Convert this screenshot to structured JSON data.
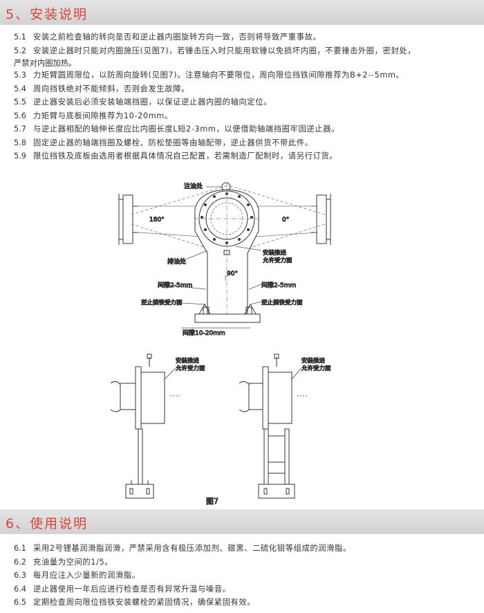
{
  "section5": {
    "title": "5、安装说明",
    "items": [
      {
        "num": "5.1",
        "text": "安装之前检查轴的转向是否和逆止器内圈旋转方向一致，否则将导致严重事故。"
      },
      {
        "num": "5.2",
        "text": "安装逆止器时只能对内圈施压(见图7)，若锤击压入时只能用软锤以免损坏内圈，不要锤击外圈，密封处，",
        "text2": "严禁对内圈加热。"
      },
      {
        "num": "5.3",
        "text": "力矩臂圆周限位，以防周向旋转(见图7)。注意轴向不要限位，周向限位挡铁间隙推荐为B+2--5mm。"
      },
      {
        "num": "5.4",
        "text": "周向挡铁绝对不能倾斜，否则会发生故障。"
      },
      {
        "num": "5.5",
        "text": "逆止器安装后必须安装轴端挡圈，以保证逆止器内圈的轴向定位。"
      },
      {
        "num": "5.6",
        "text": "力矩臂与底板间隙推荐为10-20mm。"
      },
      {
        "num": "5.7",
        "text": "与逆止器相配的轴伸长度应比内圈长度L短2-3mm，以便借助轴端挡圈牢固逆止器。"
      },
      {
        "num": "5.8",
        "text": "固定逆止器的轴端挡圈及螺栓、防松垫圈等由轴配带，逆止器供货不带此件。"
      },
      {
        "num": "5.9",
        "text": "限位挡铁及底板由选用者根据具体情况自己配置，若需制造厂配制时，请另行订货。"
      }
    ]
  },
  "figure": {
    "oil_in": "注油处",
    "oil_out": "排油处",
    "angle_180": "180°",
    "angle_0": "0°",
    "angle_90": "90°",
    "push_face": "安装推进",
    "push_face2": "允许受力面",
    "gap_left": "间隙2-5mm",
    "gap_right": "间隙2-5mm",
    "stop_left": "逆止挡铁受力面",
    "stop_right": "逆止挡铁受力面",
    "gap_bottom": "间隙10-20mm",
    "side1_push": "安装推进",
    "side1_push2": "允许受力面",
    "side2_push": "安装推进",
    "side2_push2": "允许受力面",
    "caption": "图7"
  },
  "section6": {
    "title": "6、使用说明",
    "items": [
      {
        "num": "6.1",
        "text": "采用2号锂基润滑脂润滑，严禁采用含有极压添加剂、碳黑、二硫化钼等组成的润滑脂。"
      },
      {
        "num": "6.2",
        "text": "充油量为空间的1/5。"
      },
      {
        "num": "6.3",
        "text": "每月应注入少量新的润滑脂。"
      },
      {
        "num": "6.4",
        "text": "逆止器使用一年后应进行检查是否有异常升温与噪音。"
      },
      {
        "num": "6.5",
        "text": "定期检查周向限位挡铁安装螺栓的紧固情况，确保紧固有效。"
      }
    ]
  }
}
